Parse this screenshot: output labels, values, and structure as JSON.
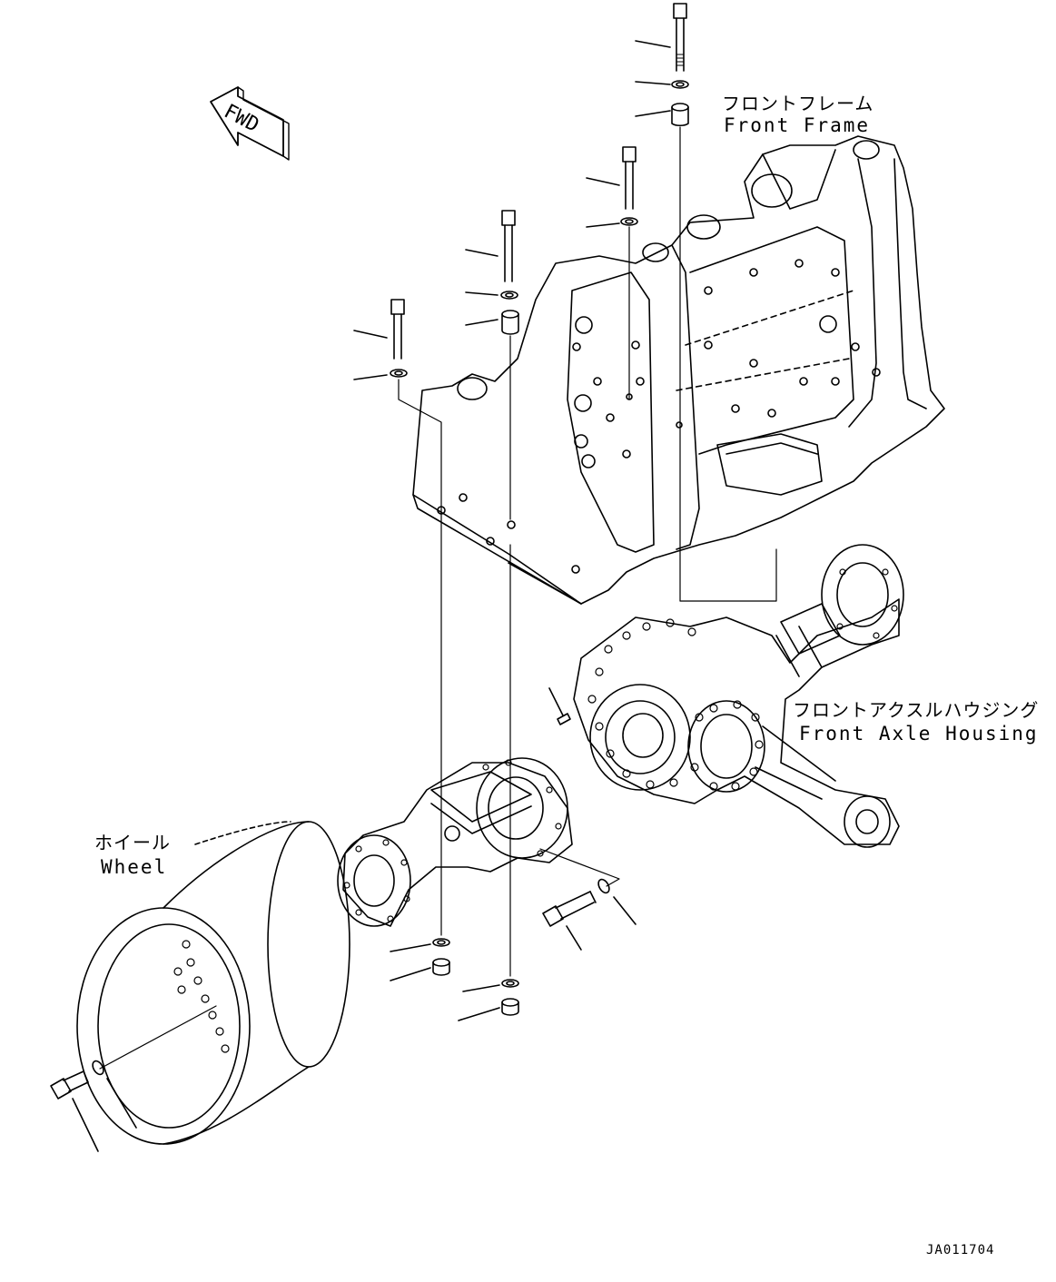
{
  "direction_indicator": {
    "text": "FWD"
  },
  "labels": {
    "front_frame": {
      "jp": "フロントフレーム",
      "en": "Front Frame"
    },
    "front_axle_housing": {
      "jp": "フロントアクスルハウジング",
      "en": "Front Axle Housing"
    },
    "wheel": {
      "jp": "ホイール",
      "en": "Wheel"
    }
  },
  "drawing_code": "JA011704"
}
